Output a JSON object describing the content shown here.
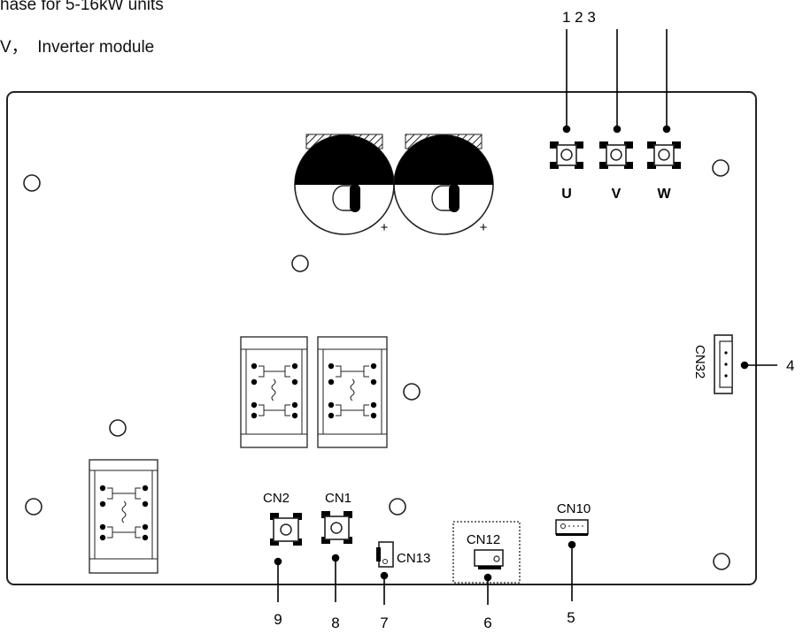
{
  "header": {
    "line1": "hase for 5-16kW units",
    "line2": "V，  Inverter module"
  },
  "callout_top_label": "1 2 3",
  "phase_terminals": [
    "U",
    "V",
    "W"
  ],
  "connector_labels": {
    "cn32": "CN32",
    "cn2": "CN2",
    "cn1": "CN1",
    "cn13": "CN13",
    "cn12": "CN12",
    "cn10": "CN10"
  },
  "capacitor_polarity": "+",
  "callouts": {
    "n4": "4",
    "n5": "5",
    "n6": "6",
    "n7": "7",
    "n8": "8",
    "n9": "9"
  }
}
